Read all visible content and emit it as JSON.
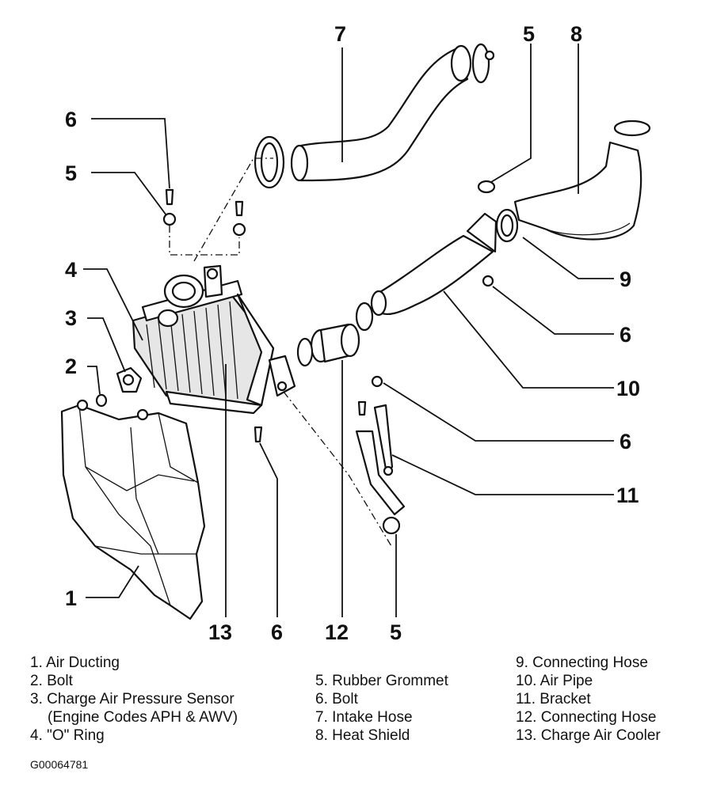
{
  "callouts": {
    "c1": "1",
    "c2": "2",
    "c3": "3",
    "c4": "4",
    "c5a": "5",
    "c5b": "5",
    "c5c": "5",
    "c6a": "6",
    "c6b": "6",
    "c6c": "6",
    "c6d": "6",
    "c7": "7",
    "c8": "8",
    "c9": "9",
    "c10": "10",
    "c11": "11",
    "c12": "12",
    "c13": "13"
  },
  "legend": {
    "col1": [
      "1. Air Ducting",
      "2. Bolt",
      "3. Charge Air Pressure Sensor",
      "(Engine Codes APH & AWV)",
      "4. \"O\" Ring"
    ],
    "col2": [
      "5. Rubber Grommet",
      "6. Bolt",
      "7. Intake Hose",
      "8. Heat Shield"
    ],
    "col3": [
      "9. Connecting Hose",
      "10. Air Pipe",
      "11. Bracket",
      "12. Connecting Hose",
      "13. Charge Air Cooler"
    ]
  },
  "figure_id": "G00064781"
}
